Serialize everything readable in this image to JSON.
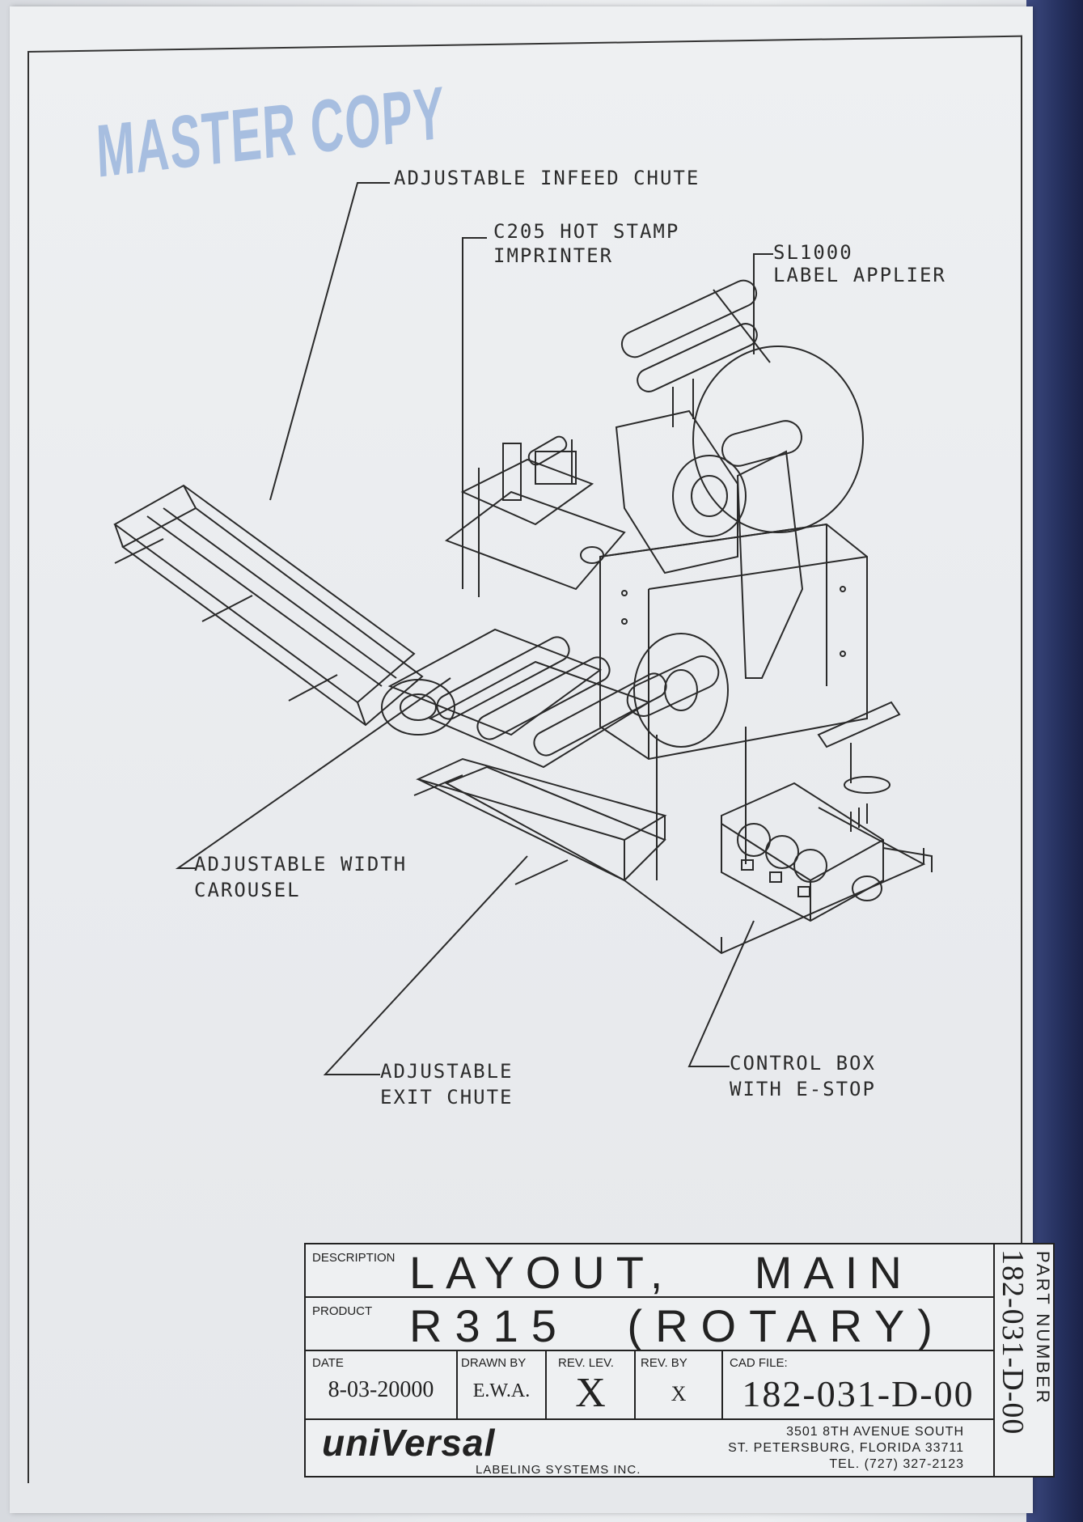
{
  "stamp": {
    "text": "MASTER COPY"
  },
  "callouts": {
    "infeed_chute": "ADJUSTABLE INFEED CHUTE",
    "imprinter_line1": "C205 HOT STAMP",
    "imprinter_line2": "IMPRINTER",
    "applier_line1": "SL1000",
    "applier_line2": "LABEL APPLIER",
    "carousel_line1": "ADJUSTABLE WIDTH",
    "carousel_line2": "CAROUSEL",
    "exit_line1": "ADJUSTABLE",
    "exit_line2": "EXIT CHUTE",
    "control_line1": "CONTROL BOX",
    "control_line2": "WITH E-STOP"
  },
  "title_block": {
    "description_label": "DESCRIPTION",
    "description": "LAYOUT, MAIN",
    "product_label": "PRODUCT",
    "product": "R315 (ROTARY)",
    "date_label": "DATE",
    "date": "8-03-20000",
    "drawn_by_label": "DRAWN BY",
    "drawn_by": "E.W.A.",
    "rev_lev_label": "REV. LEV.",
    "rev_lev": "X",
    "rev_by_label": "REV. BY",
    "rev_by": "X",
    "cad_file_label": "CAD FILE:",
    "cad_file": "182-031-D-00",
    "part_number_label": "PART NUMBER",
    "part_number": "182-031-D-00",
    "company_logo": "uniVersal",
    "company_sub": "LABELING SYSTEMS INC.",
    "address_line1": "3501 8TH AVENUE SOUTH",
    "address_line2": "ST. PETERSBURG, FLORIDA 33711",
    "address_line3": "TEL. (727) 327-2123"
  }
}
